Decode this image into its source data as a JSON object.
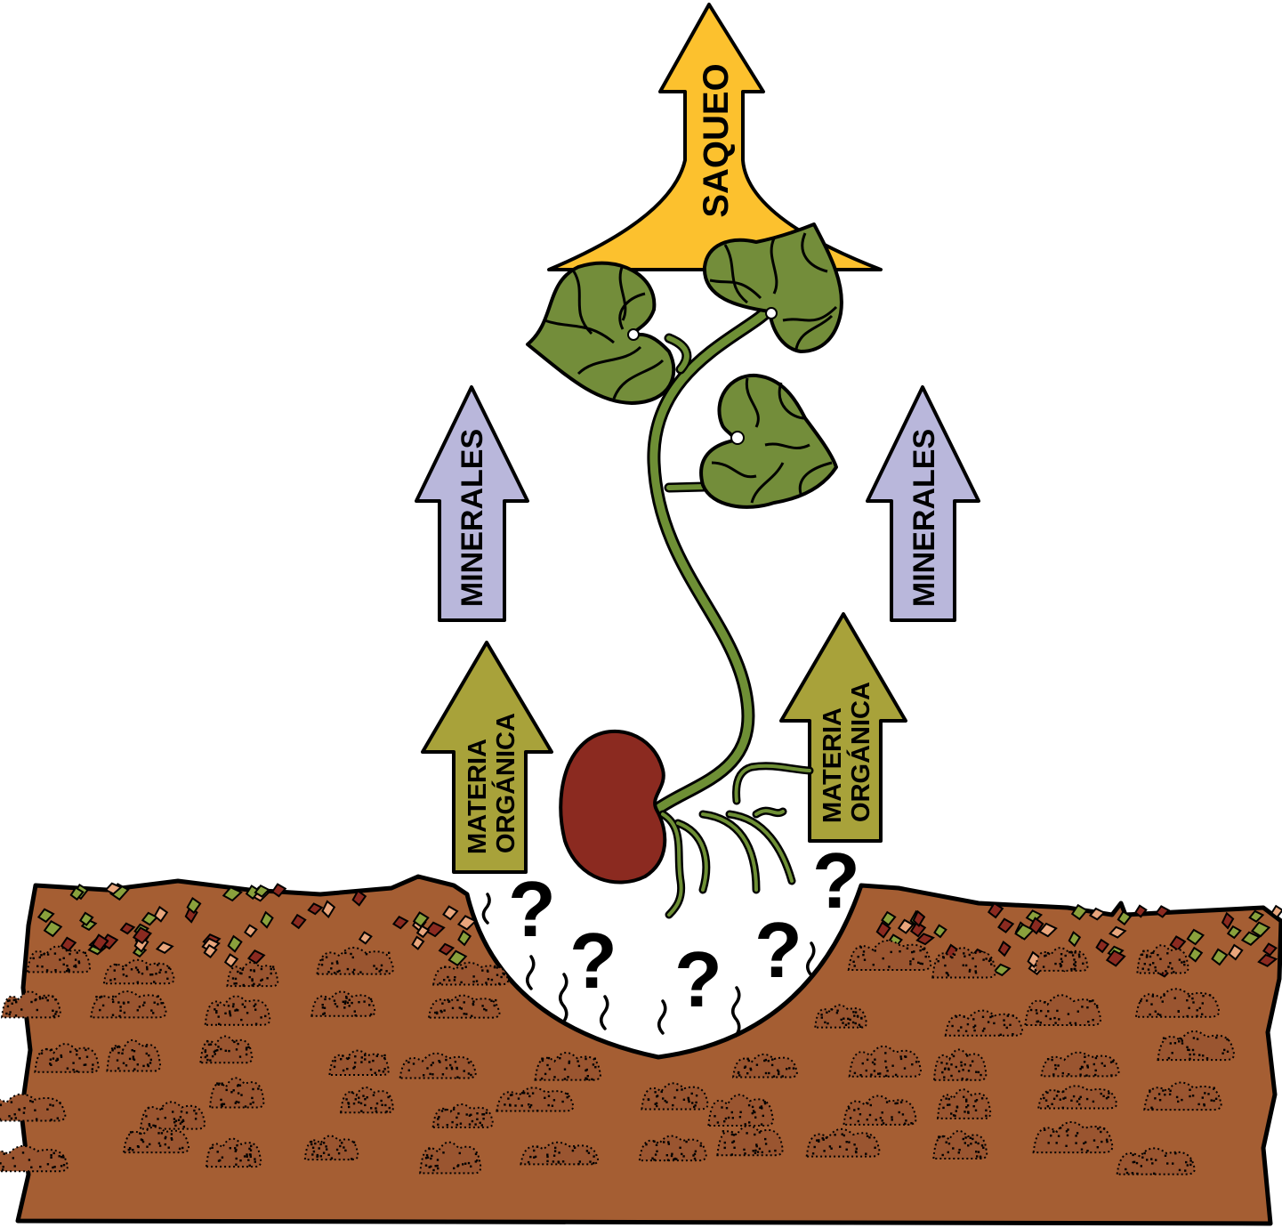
{
  "labels": {
    "saqueo": "SAQUEO",
    "minerales_left": "MINERALES",
    "minerales_right": "MINERALES",
    "materia_left_line1": "MATERIA",
    "materia_left_line2": "ORGÁNICA",
    "materia_right_line1": "MATERIA",
    "materia_right_line2": "ORGÁNICA"
  },
  "question_mark": "?",
  "colors": {
    "saqueo_arrow": "#FCC12E",
    "minerales_arrow": "#B9B7DB",
    "materia_arrow": "#A8A23A",
    "leaf": "#738D3A",
    "stem": "#6E8F35",
    "seed": "#8B2A20",
    "soil": "#A55E33",
    "litter_green": "#8AA13C",
    "litter_red": "#8B2A20",
    "litter_tan": "#E8A57C",
    "outline": "#000000"
  }
}
